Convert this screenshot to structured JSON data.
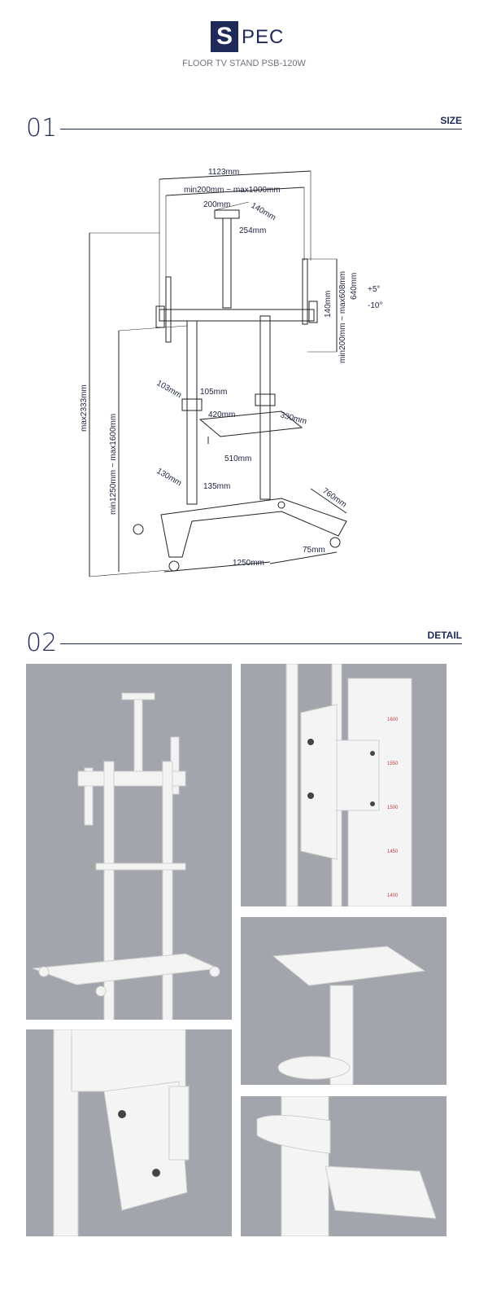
{
  "header": {
    "logo_letter": "S",
    "logo_rest": "PEC",
    "subtitle": "FLOOR TV STAND PSB-120W"
  },
  "section1": {
    "number": "01",
    "label": "SIZE"
  },
  "section2": {
    "number": "02",
    "label": "DETAIL"
  },
  "dimensions": {
    "total_width": "1123mm",
    "vesa_range": "min200mm ~ max1000mm",
    "top_plate_w": "200mm",
    "top_plate_d": "140mm",
    "top_plate_h": "254mm",
    "height_total": "max2333mm",
    "height_adjust": "min1250mm ~ max1600mm",
    "column_w": "103mm",
    "column_d": "105mm",
    "shelf_w": "420mm",
    "shelf_d": "330mm",
    "shelf_span": "510mm",
    "lower_w": "130mm",
    "lower_d": "135mm",
    "base_width": "1250mm",
    "base_depth": "760mm",
    "base_edge": "75mm",
    "bracket_h": "140mm",
    "bracket_vesa": "min200mm ~ max608mm",
    "bracket_len": "640mm",
    "tilt_up": "+5°",
    "tilt_down": "-10°"
  },
  "ruler_marks": [
    "1600",
    "1550",
    "1500",
    "1450",
    "1400"
  ],
  "colors": {
    "navy": "#1f2a5b",
    "photo_bg": "#a3a5ac",
    "metal": "#f2f2f2"
  }
}
